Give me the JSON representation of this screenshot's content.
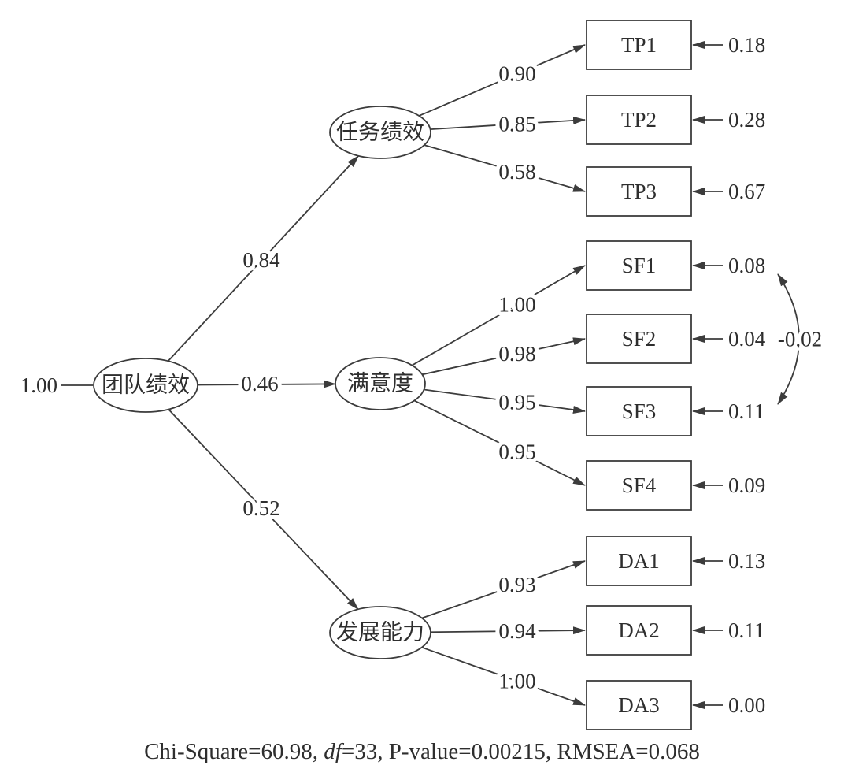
{
  "colors": {
    "line": "#3c3c3c",
    "text": "#2e2e2e",
    "background": "#ffffff"
  },
  "diagram": {
    "second_order_factor": {
      "slug": "team-performance",
      "label": "团队绩效",
      "variance": "1.00"
    },
    "factors": [
      {
        "slug": "task-performance",
        "label": "任务绩效",
        "path_coefficient": "0.84",
        "indicators": [
          {
            "name": "TP1",
            "loading": "0.90",
            "error": "0.18"
          },
          {
            "name": "TP2",
            "loading": "0.85",
            "error": "0.28"
          },
          {
            "name": "TP3",
            "loading": "0.58",
            "error": "0.67"
          }
        ]
      },
      {
        "slug": "satisfaction",
        "label": "满意度",
        "path_coefficient": "0.46",
        "indicators": [
          {
            "name": "SF1",
            "loading": "1.00",
            "error": "0.08"
          },
          {
            "name": "SF2",
            "loading": "0.98",
            "error": "0.04"
          },
          {
            "name": "SF3",
            "loading": "0.95",
            "error": "0.11"
          },
          {
            "name": "SF4",
            "loading": "0.95",
            "error": "0.09"
          }
        ]
      },
      {
        "slug": "development-ability",
        "label": "发展能力",
        "path_coefficient": "0.52",
        "indicators": [
          {
            "name": "DA1",
            "loading": "0.93",
            "error": "0.13"
          },
          {
            "name": "DA2",
            "loading": "0.94",
            "error": "0.11"
          },
          {
            "name": "DA3",
            "loading": "1.00",
            "error": "0.00"
          }
        ]
      }
    ],
    "error_covariance": {
      "between": [
        "SF1",
        "SF3"
      ],
      "value": "-0.02"
    },
    "caption": {
      "part1": "Chi-Square=60.98, ",
      "df_label": "df",
      "part2": "=33, P-value=0.00215, RMSEA=0.068"
    }
  }
}
